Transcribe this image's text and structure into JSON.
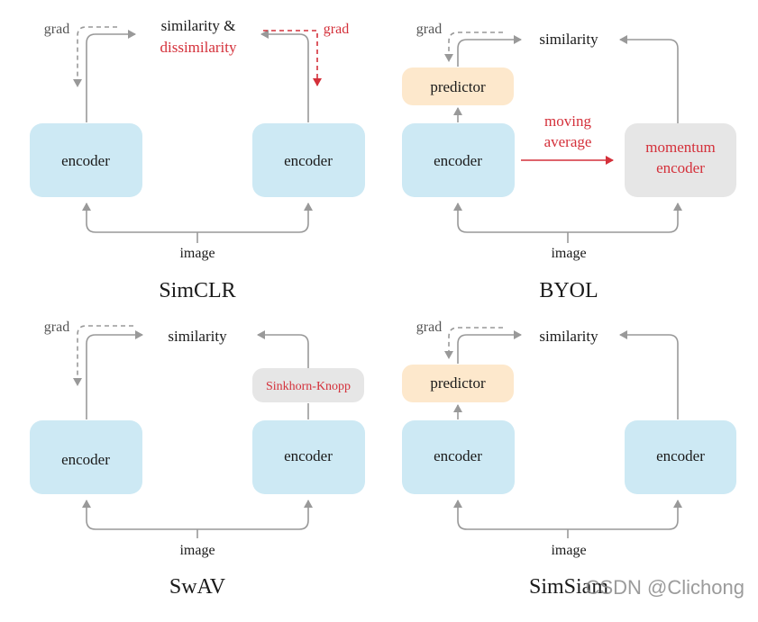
{
  "colors": {
    "encoder_fill": "#cde9f4",
    "predictor_fill": "#fde8cc",
    "gray_fill": "#e6e6e6",
    "arrow": "#999999",
    "red": "#d4303a",
    "text": "#1a1a1a"
  },
  "simclr": {
    "title": "SimCLR",
    "top_label_1": "similarity &",
    "top_label_2": "dissimilarity",
    "grad_left": "grad",
    "grad_right": "grad",
    "encoder_left": "encoder",
    "encoder_right": "encoder",
    "image": "image"
  },
  "byol": {
    "title": "BYOL",
    "similarity": "similarity",
    "grad": "grad",
    "predictor": "predictor",
    "encoder": "encoder",
    "moving_1": "moving",
    "moving_2": "average",
    "momentum_1": "momentum",
    "momentum_2": "encoder",
    "image": "image"
  },
  "swav": {
    "title": "SwAV",
    "similarity": "similarity",
    "grad": "grad",
    "sinkhorn": "Sinkhorn-Knopp",
    "encoder_left": "encoder",
    "encoder_right": "encoder",
    "image": "image"
  },
  "simsiam": {
    "title": "SimSiam",
    "similarity": "similarity",
    "grad": "grad",
    "predictor": "predictor",
    "encoder_left": "encoder",
    "encoder_right": "encoder",
    "image": "image"
  },
  "watermark": "CSDN @Clichong"
}
